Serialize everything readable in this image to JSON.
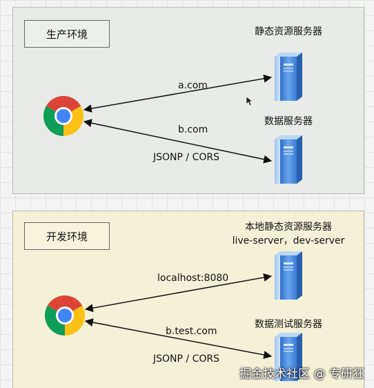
{
  "prod": {
    "label": "生产环境",
    "static_server": "静态资源服务器",
    "data_server": "数据服务器",
    "arrow_top": "a.com",
    "arrow_bottom": "b.com",
    "protocol": "JSONP / CORS"
  },
  "dev": {
    "label": "开发环境",
    "static_server": "本地静态资源服务器",
    "static_server_tools": "live-server，dev-server",
    "data_server": "数据测试服务器",
    "arrow_top": "localhost:8080",
    "arrow_bottom": "b.test.com",
    "protocol": "JSONP / CORS"
  },
  "watermark": "掘金技术社区 @ 专研狂",
  "icons": {
    "browser": "chrome-browser-icon",
    "server": "server-icon"
  },
  "colors": {
    "prod_bg": "#e8ebe8",
    "dev_bg": "#f5f1d6",
    "server_blue": "#3f7fd6",
    "arrow": "#111111"
  }
}
